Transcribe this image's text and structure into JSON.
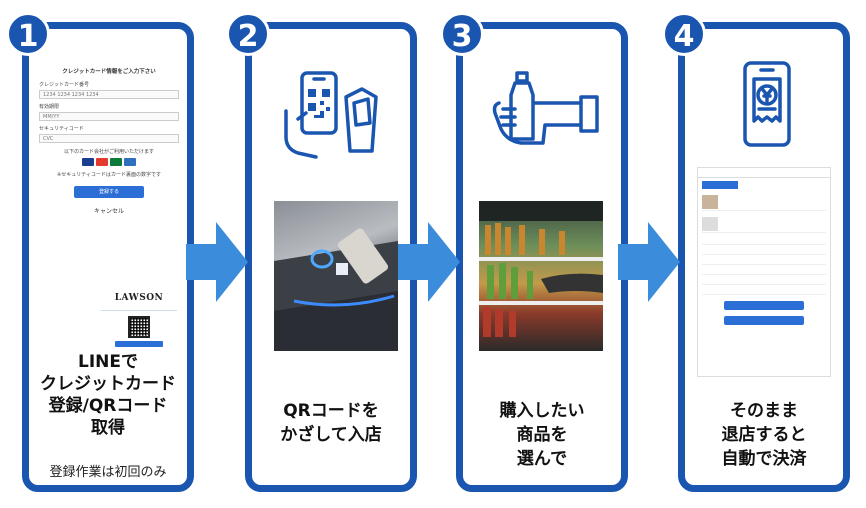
{
  "steps": [
    {
      "number": "1",
      "caption_lines": [
        "LINEで",
        "クレジットカード",
        "登録/QRコード",
        "取得"
      ],
      "subcaption": "登録作業は初回のみ",
      "form": {
        "title": "クレジットカード情報をご入力下さい",
        "card_number_label": "クレジットカード番号",
        "card_number_value": "1234 1234 1234 1234",
        "expiry_label": "有効期限",
        "expiry_value": "MM/YY",
        "cvc_label": "セキュリティコード",
        "cvc_value": "CVC",
        "accepted_note": "以下のカード会社がご利用いただけます",
        "security_note": "※セキュリティコードはカード裏面の数字です",
        "register_button": "登録する",
        "cancel_link": "キャンセル"
      },
      "brand": "LAWSON"
    },
    {
      "number": "2",
      "caption_lines": [
        "QRコードを",
        "かざして入店"
      ]
    },
    {
      "number": "3",
      "caption_lines": [
        "購入したい",
        "商品を",
        "選んで"
      ]
    },
    {
      "number": "4",
      "caption_lines": [
        "そのまま",
        "退店すると",
        "自動で決済"
      ]
    }
  ],
  "icons": [
    "phone-qr-icon",
    "hand-bottle-icon",
    "phone-receipt-yen-icon",
    "arrow-right-icon"
  ],
  "colors": {
    "accent": "#1a56b0",
    "arrow": "#3b8ddb",
    "button": "#2b6fd6"
  }
}
